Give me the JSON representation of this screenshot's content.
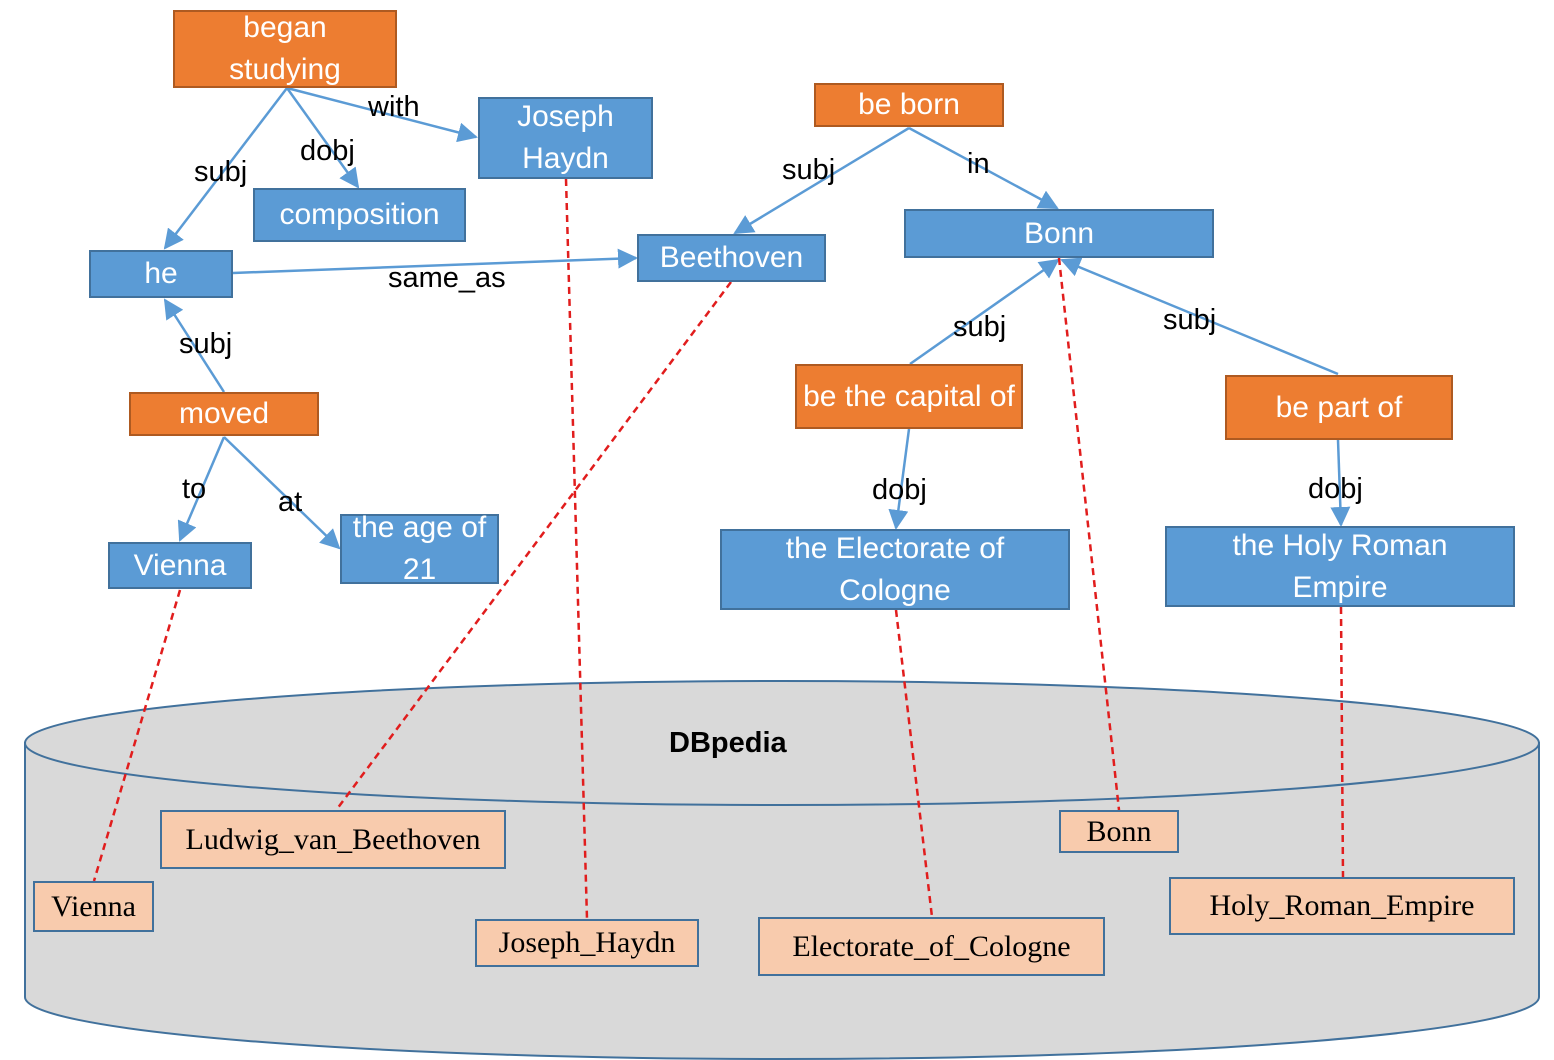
{
  "colors": {
    "predicate": "#ed7d31",
    "argument": "#5b9bd5",
    "entity": "#f8cbad",
    "edge": "#5b9bd5",
    "link": "#e11d1d",
    "database": "#d9d9d9"
  },
  "database": {
    "label": "DBpedia"
  },
  "nodes": {
    "began_studying": "began studying",
    "joseph_haydn": "Joseph Haydn",
    "composition": "composition",
    "he": "he",
    "moved": "moved",
    "vienna": "Vienna",
    "age21": "the age of 21",
    "be_born": "be born",
    "beethoven": "Beethoven",
    "bonn": "Bonn",
    "be_capital": "be the capital of",
    "be_part": "be part of",
    "electorate": "the Electorate of Cologne",
    "hre": "the Holy Roman Empire"
  },
  "entities": {
    "vienna": "Vienna",
    "beethoven": "Ludwig_van_Beethoven",
    "haydn": "Joseph_Haydn",
    "cologne": "Electorate_of_Cologne",
    "bonn": "Bonn",
    "hre": "Holy_Roman_Empire"
  },
  "edges": {
    "with": "with",
    "dobj1": "dobj",
    "subj1": "subj",
    "same_as": "same_as",
    "subj2": "subj",
    "to": "to",
    "at": "at",
    "subj3": "subj",
    "in": "in",
    "subj4": "subj",
    "subj5": "subj",
    "dobj2": "dobj",
    "dobj3": "dobj"
  }
}
